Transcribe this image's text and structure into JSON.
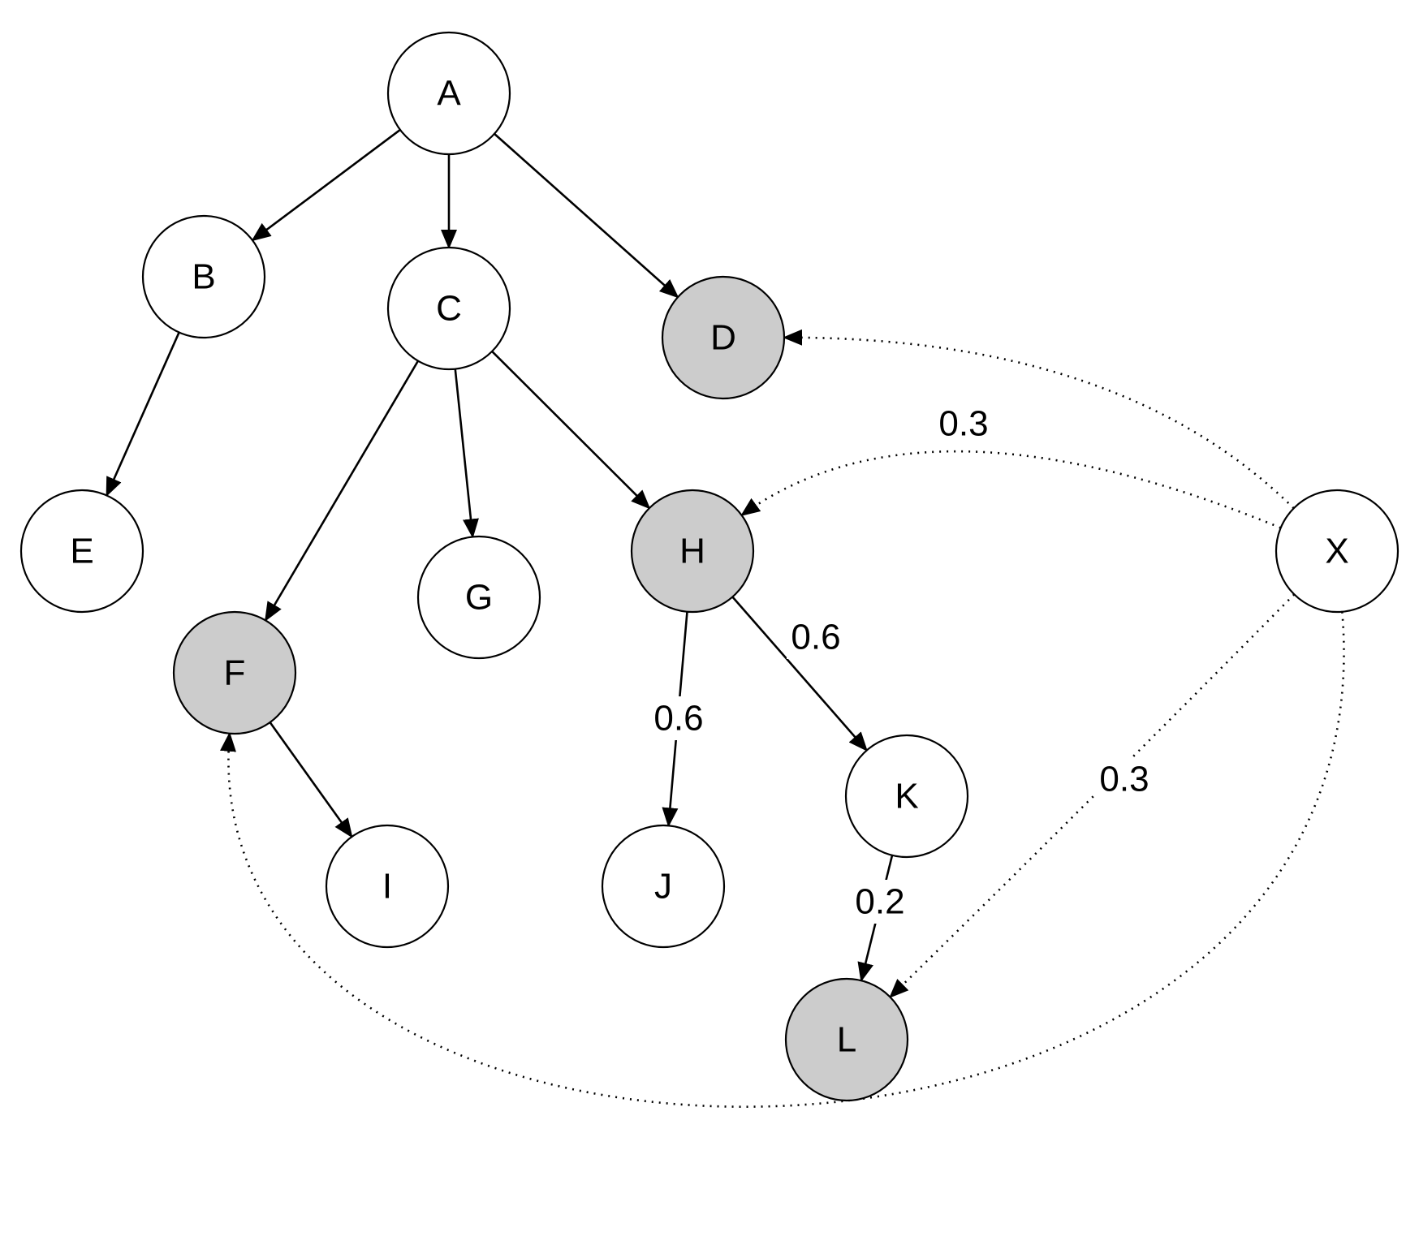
{
  "colors": {
    "background": "#ffffff",
    "node_default_fill": "#ffffff",
    "node_highlight_fill": "#cccccc",
    "stroke": "#000000"
  },
  "nodes": [
    {
      "id": "A",
      "label": "A",
      "highlighted": false
    },
    {
      "id": "B",
      "label": "B",
      "highlighted": false
    },
    {
      "id": "C",
      "label": "C",
      "highlighted": false
    },
    {
      "id": "D",
      "label": "D",
      "highlighted": true
    },
    {
      "id": "E",
      "label": "E",
      "highlighted": false
    },
    {
      "id": "F",
      "label": "F",
      "highlighted": true
    },
    {
      "id": "G",
      "label": "G",
      "highlighted": false
    },
    {
      "id": "H",
      "label": "H",
      "highlighted": true
    },
    {
      "id": "I",
      "label": "I",
      "highlighted": false
    },
    {
      "id": "J",
      "label": "J",
      "highlighted": false
    },
    {
      "id": "K",
      "label": "K",
      "highlighted": false
    },
    {
      "id": "L",
      "label": "L",
      "highlighted": true
    },
    {
      "id": "X",
      "label": "X",
      "highlighted": false
    }
  ],
  "edges": [
    {
      "from": "A",
      "to": "B",
      "style": "solid",
      "label": ""
    },
    {
      "from": "A",
      "to": "C",
      "style": "solid",
      "label": ""
    },
    {
      "from": "A",
      "to": "D",
      "style": "solid",
      "label": ""
    },
    {
      "from": "B",
      "to": "E",
      "style": "solid",
      "label": ""
    },
    {
      "from": "C",
      "to": "F",
      "style": "solid",
      "label": ""
    },
    {
      "from": "C",
      "to": "G",
      "style": "solid",
      "label": ""
    },
    {
      "from": "C",
      "to": "H",
      "style": "solid",
      "label": ""
    },
    {
      "from": "F",
      "to": "I",
      "style": "solid",
      "label": ""
    },
    {
      "from": "H",
      "to": "J",
      "style": "solid",
      "label": "0.6"
    },
    {
      "from": "H",
      "to": "K",
      "style": "solid",
      "label": "0.6"
    },
    {
      "from": "K",
      "to": "L",
      "style": "solid",
      "label": "0.2"
    },
    {
      "from": "X",
      "to": "D",
      "style": "dotted",
      "label": ""
    },
    {
      "from": "X",
      "to": "H",
      "style": "dotted",
      "label": "0.3"
    },
    {
      "from": "X",
      "to": "L",
      "style": "dotted",
      "label": "0.3"
    },
    {
      "from": "X",
      "to": "F",
      "style": "dotted",
      "label": ""
    }
  ]
}
